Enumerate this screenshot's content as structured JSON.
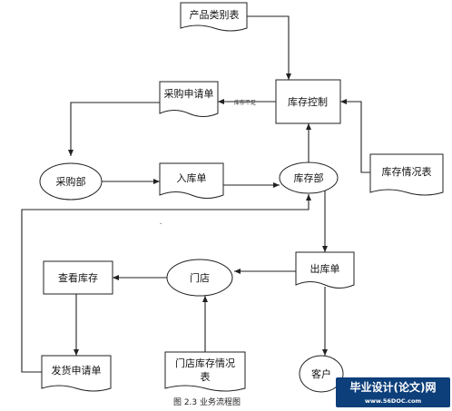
{
  "diagram": {
    "nodes": {
      "product_category": "产品类别表",
      "inventory_control": "库存控制",
      "purchase_request": "采购申请单",
      "purchasing_dept": "采购部",
      "receipt_form": "入库单",
      "warehouse_dept": "库存部",
      "inventory_status": "库存情况表",
      "check_inventory": "查看库存",
      "store": "门店",
      "outbound_form": "出库单",
      "shipping_request": "发货申请单",
      "store_inventory_line1": "门店库存情况",
      "store_inventory_line2": "表",
      "customer": "客户"
    },
    "edge_labels": {
      "insufficient_stock": "库存不足"
    },
    "stray_mark": "-",
    "caption": "图 2.3  业务流程图"
  },
  "watermark": {
    "title": "毕业设计(论文)网",
    "url": "www.56DOC.com",
    "color": "#0d3f7a"
  }
}
